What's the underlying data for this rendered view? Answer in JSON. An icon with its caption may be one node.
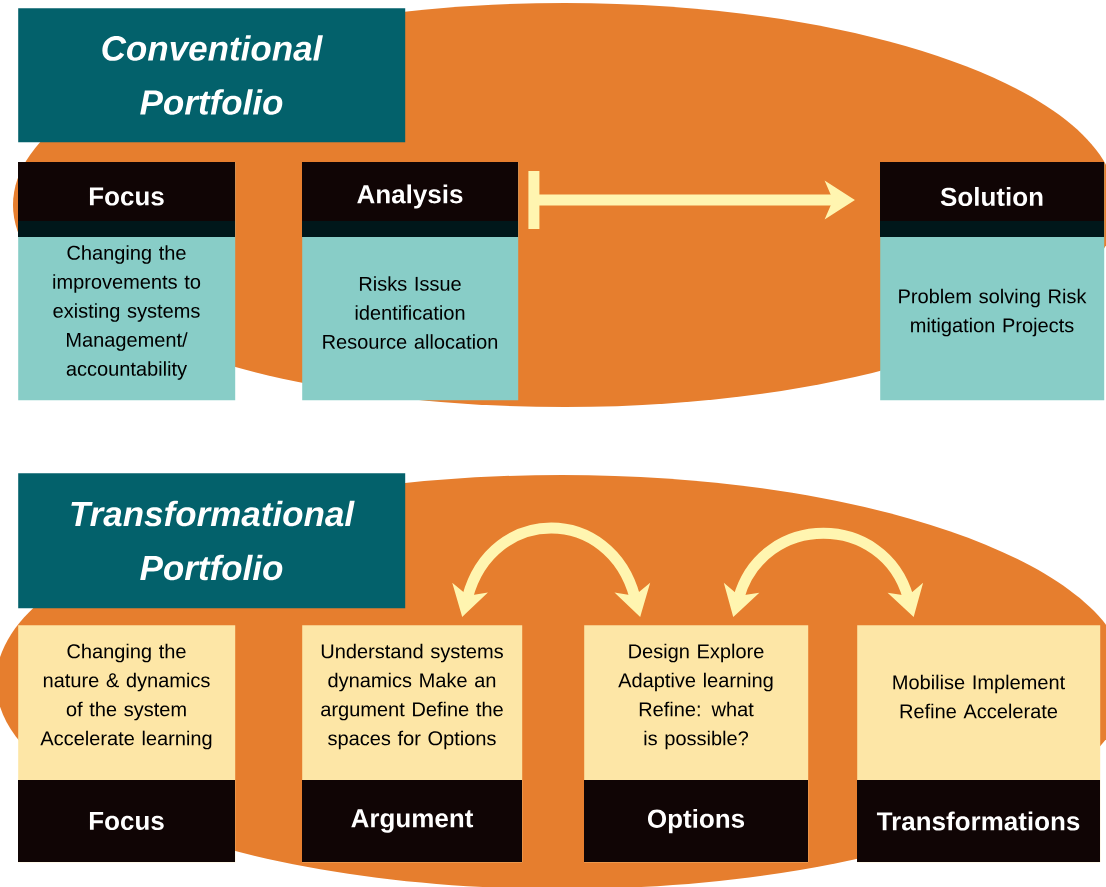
{
  "diagram": {
    "nodes": [
      {
        "text": [
          "Conventional Portfolio"
        ]
      },
      {
        "text": [
          "Focus",
          "Changing the improvements to existing systems Management/ accountability"
        ]
      },
      {
        "text": [
          "Analysis",
          "Risks Issue identification Resource allocation"
        ]
      },
      {
        "text": [
          "Solution",
          "Problem solving Risk mitigation Projects"
        ]
      },
      {
        "text": [
          "Transformational Portfolio"
        ]
      },
      {
        "text": [
          "Changing the nature & dynamics of the system Accelerate learning",
          "Focus"
        ]
      },
      {
        "text": [
          "Understand systems dynamics Make an argument Define the spaces for Options",
          "Argument"
        ]
      },
      {
        "text": [
          "Design Explore Adaptive learning Refine: what is possible?",
          "Options"
        ]
      },
      {
        "text": [
          "Mobilise Implement Refine Accelerate",
          "Transformations"
        ]
      }
    ],
    "edges": [
      {
        "from": 2,
        "to": 3,
        "arrow": "to"
      },
      {
        "from": 6,
        "to": 7,
        "arrow": "both"
      },
      {
        "from": 7,
        "to": 8,
        "arrow": "both"
      }
    ]
  }
}
